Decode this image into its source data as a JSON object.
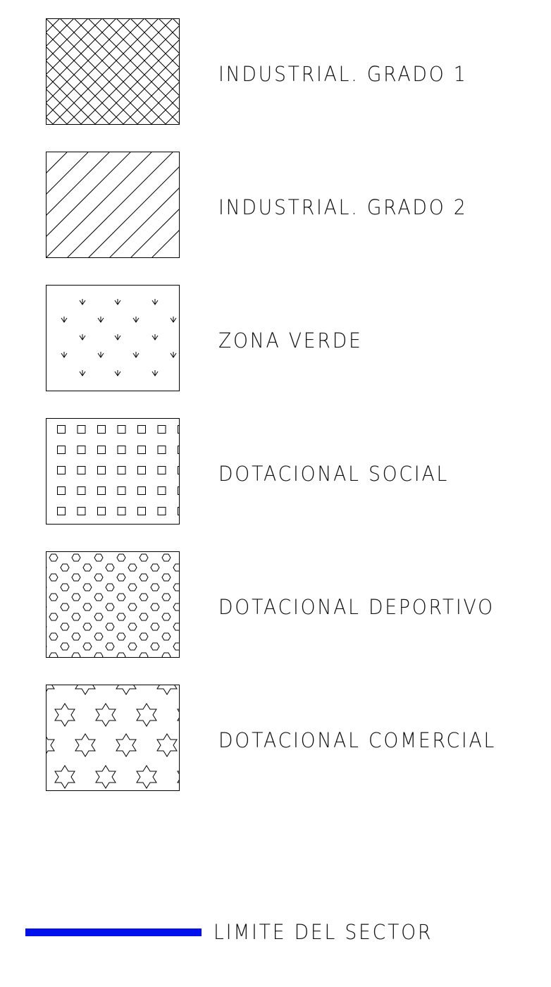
{
  "legend": {
    "items": [
      {
        "label": "INDUSTRIAL. GRADO 1",
        "pattern": "crosshatch-icon"
      },
      {
        "label": "INDUSTRIAL. GRADO 2",
        "pattern": "diagonal-hatch-icon"
      },
      {
        "label": "ZONA VERDE",
        "pattern": "grass-symbol-icon"
      },
      {
        "label": "DOTACIONAL SOCIAL",
        "pattern": "square-grid-icon"
      },
      {
        "label": "DOTACIONAL DEPORTIVO",
        "pattern": "hexagon-pattern-icon"
      },
      {
        "label": "DOTACIONAL COMERCIAL",
        "pattern": "star-pattern-icon"
      }
    ],
    "boundary": {
      "label": "LIMITE DEL SECTOR",
      "color": "#0011ee"
    }
  }
}
